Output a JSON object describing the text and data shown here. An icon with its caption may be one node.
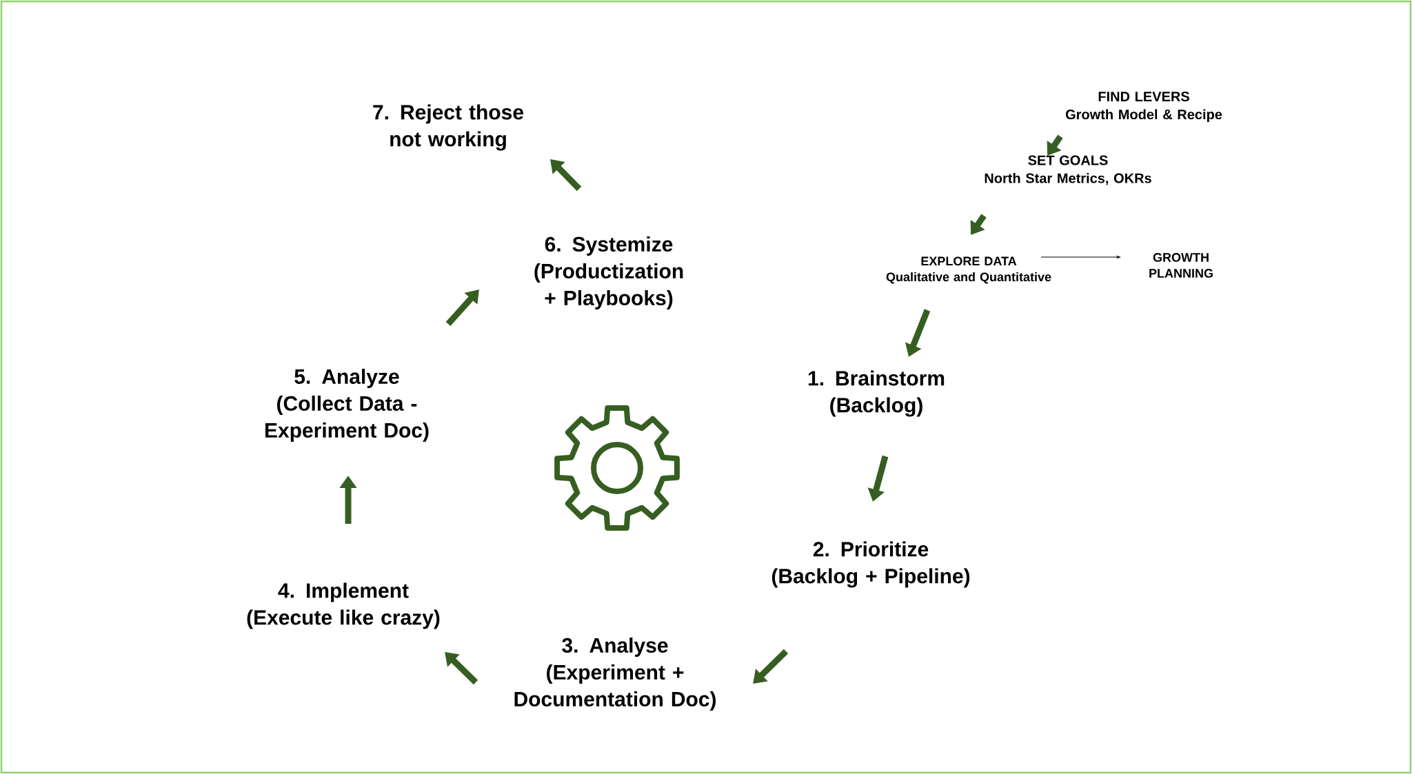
{
  "diagram": {
    "nodes": [
      {
        "text": [
          "FIND LEVERS",
          "Growth Model & Recipe"
        ]
      },
      {
        "text": [
          "SET GOALS",
          "North Star Metrics, OKRs"
        ]
      },
      {
        "text": [
          "EXPLORE DATA",
          "Qualitative and Quantitative"
        ]
      },
      {
        "text": [
          "GROWTH PLANNING"
        ]
      },
      {
        "text": [
          "1. Brainstorm",
          "(Backlog)"
        ]
      },
      {
        "text": [
          "2. Prioritize",
          "(Backlog + Pipeline)"
        ]
      },
      {
        "text": [
          "3. Analyse",
          "(Experiment + Documentation Doc)"
        ]
      },
      {
        "text": [
          "4. Implement",
          "(Execute like crazy)"
        ]
      },
      {
        "text": [
          "5. Analyze",
          "(Collect Data - Experiment Doc)"
        ]
      },
      {
        "text": [
          "6. Systemize",
          "(Productization + Playbooks)"
        ]
      },
      {
        "text": [
          "7. Reject those not working"
        ]
      }
    ],
    "edges": [
      {
        "from": 0,
        "to": 1,
        "arrow": "to"
      },
      {
        "from": 1,
        "to": 2,
        "arrow": "to"
      },
      {
        "from": 2,
        "to": 3,
        "arrow": "to",
        "color": "#000000"
      },
      {
        "from": 2,
        "to": 4,
        "arrow": "to"
      },
      {
        "from": 4,
        "to": 5,
        "arrow": "to"
      },
      {
        "from": 5,
        "to": 6,
        "arrow": "to"
      },
      {
        "from": 6,
        "to": 7,
        "arrow": "to"
      },
      {
        "from": 7,
        "to": 8,
        "arrow": "to"
      },
      {
        "from": 8,
        "to": 9,
        "arrow": "to"
      },
      {
        "from": 9,
        "to": 10,
        "arrow": "to"
      }
    ]
  }
}
